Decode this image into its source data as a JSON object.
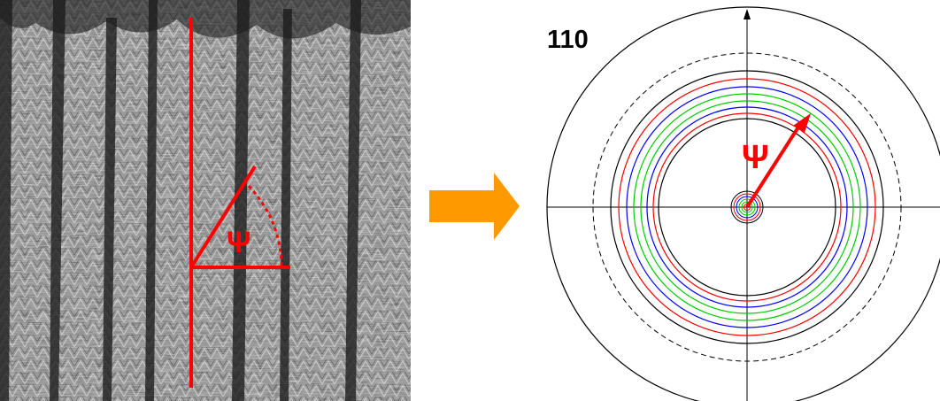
{
  "left_panel": {
    "angle_symbol": "Ψ",
    "colors": {
      "marker": "#ff0000",
      "background_gray": "#8a8a8a"
    }
  },
  "transition_arrow": {
    "color": "#ff9900"
  },
  "pole_figure": {
    "title": "110",
    "angle_symbol": "Ψ",
    "colors": {
      "outline": "#000000",
      "ring_red": "#ff0000",
      "ring_blue": "#0000ff",
      "ring_green": "#00cc00",
      "arrow": "#ff0000"
    }
  }
}
